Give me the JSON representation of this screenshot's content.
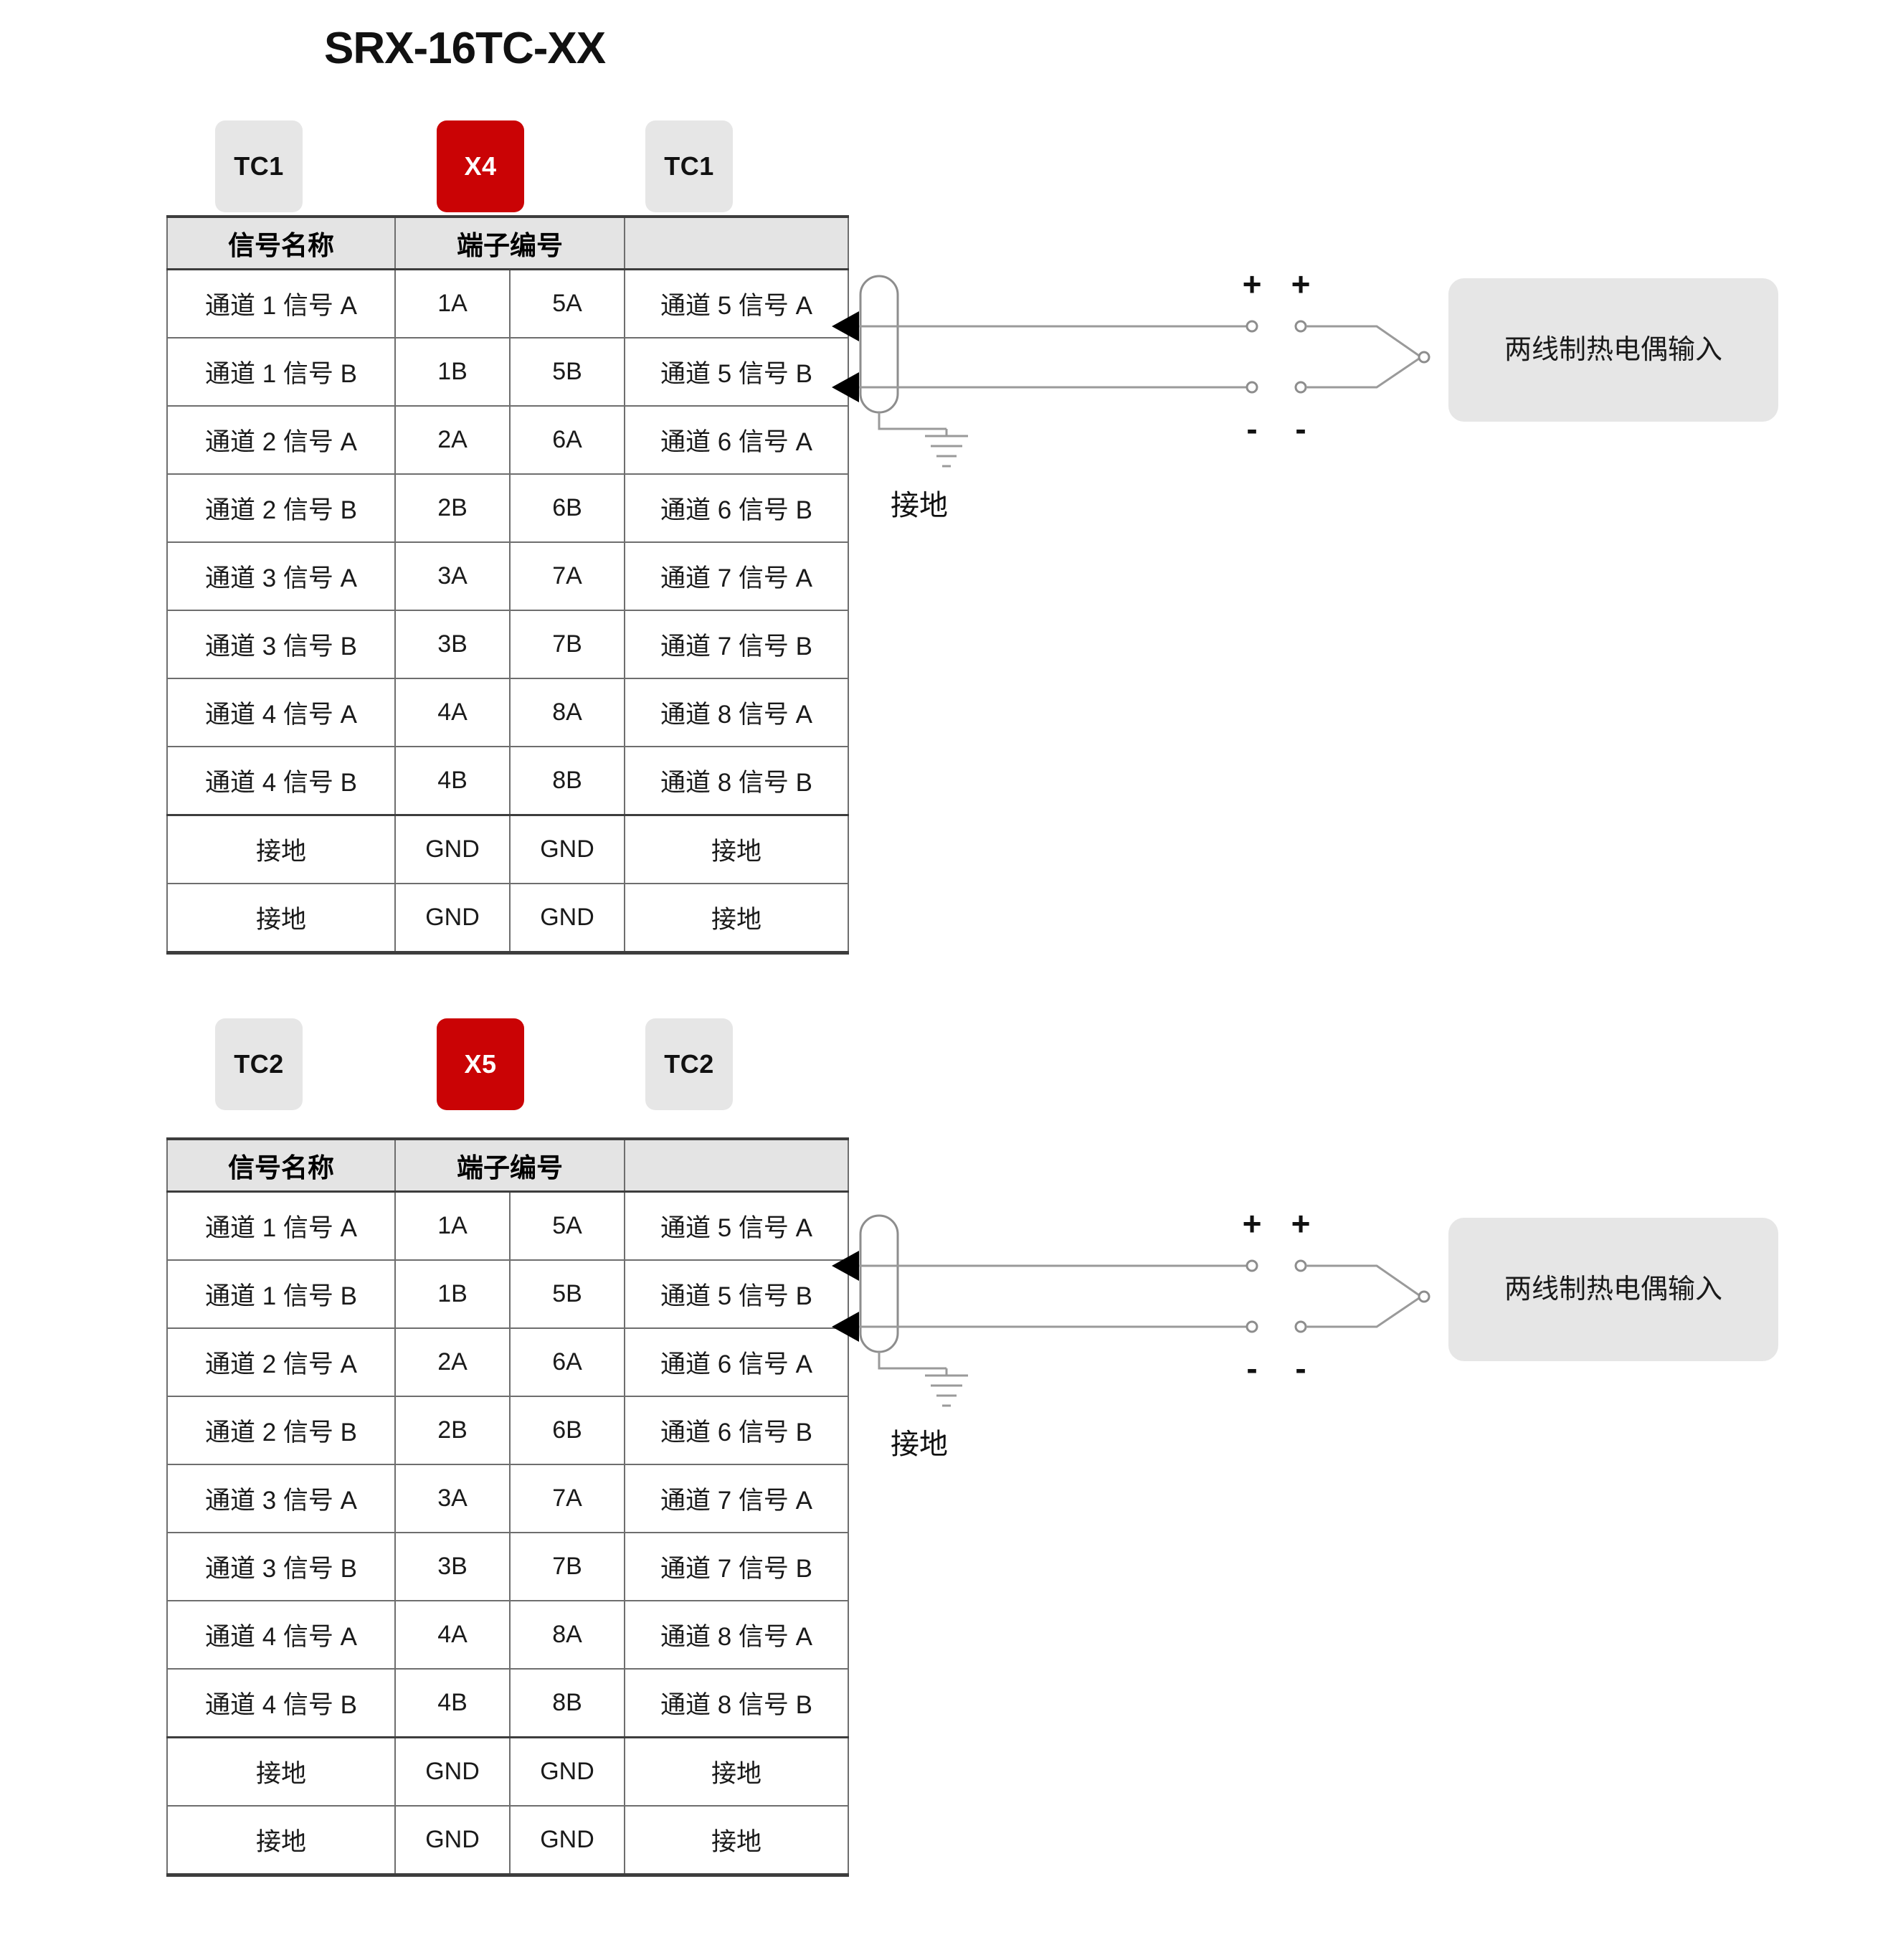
{
  "title": "SRX-16TC-XX",
  "blocks": [
    {
      "id": "tc1",
      "chips": {
        "left": "TC1",
        "middle": "X4",
        "right": "TC1"
      },
      "table": {
        "headers": [
          "信号名称",
          "端子编号",
          ""
        ],
        "rows": [
          {
            "signal_left": "通道 1 信号 A",
            "term_left": "1A",
            "term_right": "5A",
            "signal_right": "通道 5 信号 A"
          },
          {
            "signal_left": "通道 1 信号 B",
            "term_left": "1B",
            "term_right": "5B",
            "signal_right": "通道 5 信号 B"
          },
          {
            "signal_left": "通道 2 信号 A",
            "term_left": "2A",
            "term_right": "6A",
            "signal_right": "通道 6 信号 A"
          },
          {
            "signal_left": "通道 2 信号 B",
            "term_left": "2B",
            "term_right": "6B",
            "signal_right": "通道 6 信号 B"
          },
          {
            "signal_left": "通道 3 信号 A",
            "term_left": "3A",
            "term_right": "7A",
            "signal_right": "通道 7 信号 A"
          },
          {
            "signal_left": "通道 3 信号 B",
            "term_left": "3B",
            "term_right": "7B",
            "signal_right": "通道 7 信号 B"
          },
          {
            "signal_left": "通道 4 信号 A",
            "term_left": "4A",
            "term_right": "8A",
            "signal_right": "通道 8 信号 A"
          },
          {
            "signal_left": "通道 4 信号 B",
            "term_left": "4B",
            "term_right": "8B",
            "signal_right": "通道 8 信号 B"
          },
          {
            "signal_left": "接地",
            "term_left": "GND",
            "term_right": "GND",
            "signal_right": "接地"
          },
          {
            "signal_left": "接地",
            "term_left": "GND",
            "term_right": "GND",
            "signal_right": "接地"
          }
        ]
      },
      "diagram": {
        "ground_label": "接地",
        "input_label": "两线制热电偶输入",
        "plus_left": "+",
        "plus_right": "+",
        "minus_left": "-",
        "minus_right": "-"
      }
    },
    {
      "id": "tc2",
      "chips": {
        "left": "TC2",
        "middle": "X5",
        "right": "TC2"
      },
      "table": {
        "headers": [
          "信号名称",
          "端子编号",
          ""
        ],
        "rows": [
          {
            "signal_left": "通道 1 信号 A",
            "term_left": "1A",
            "term_right": "5A",
            "signal_right": "通道 5 信号 A"
          },
          {
            "signal_left": "通道 1 信号 B",
            "term_left": "1B",
            "term_right": "5B",
            "signal_right": "通道 5 信号 B"
          },
          {
            "signal_left": "通道 2 信号 A",
            "term_left": "2A",
            "term_right": "6A",
            "signal_right": "通道 6 信号 A"
          },
          {
            "signal_left": "通道 2 信号 B",
            "term_left": "2B",
            "term_right": "6B",
            "signal_right": "通道 6 信号 B"
          },
          {
            "signal_left": "通道 3 信号 A",
            "term_left": "3A",
            "term_right": "7A",
            "signal_right": "通道 7 信号 A"
          },
          {
            "signal_left": "通道 3 信号 B",
            "term_left": "3B",
            "term_right": "7B",
            "signal_right": "通道 7 信号 B"
          },
          {
            "signal_left": "通道 4 信号 A",
            "term_left": "4A",
            "term_right": "8A",
            "signal_right": "通道 8 信号 A"
          },
          {
            "signal_left": "通道 4 信号 B",
            "term_left": "4B",
            "term_right": "8B",
            "signal_right": "通道 8 信号 B"
          },
          {
            "signal_left": "接地",
            "term_left": "GND",
            "term_right": "GND",
            "signal_right": "接地"
          },
          {
            "signal_left": "接地",
            "term_left": "GND",
            "term_right": "GND",
            "signal_right": "接地"
          }
        ]
      },
      "diagram": {
        "ground_label": "接地",
        "input_label": "两线制热电偶输入",
        "plus_left": "+",
        "plus_right": "+",
        "minus_left": "-",
        "minus_right": "-"
      }
    }
  ],
  "colors": {
    "chip_gray": "#e6e6e6",
    "chip_red": "#ca0305",
    "header_gray": "#e4e4e4",
    "border": "#6e6e6e",
    "border_strong": "#3d3d3d",
    "wire": "#9a9a9a",
    "label_box": "#e6e6e6"
  }
}
